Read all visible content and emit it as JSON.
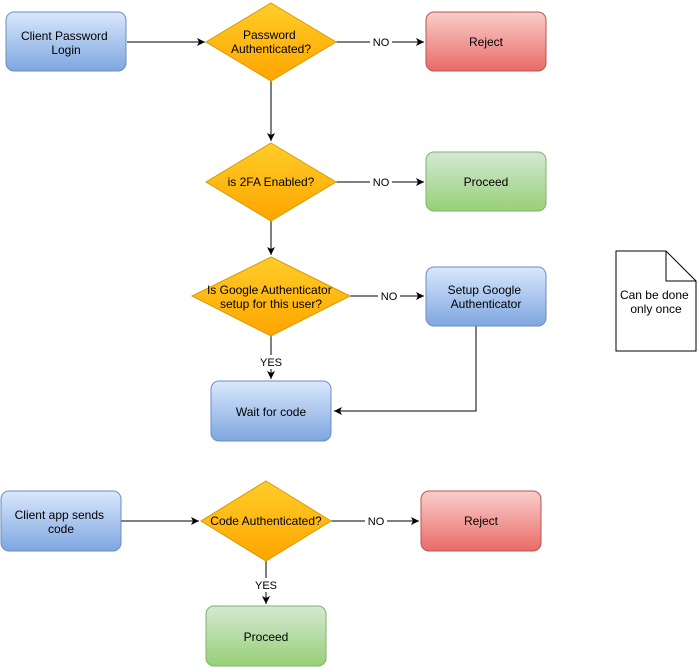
{
  "colors": {
    "blue_top": "#dae8fc",
    "blue_bottom": "#7ea6e0",
    "blue_stroke": "#6c8ebf",
    "orange_top": "#ffcd28",
    "orange_bottom": "#ffa500",
    "orange_stroke": "#d79b00",
    "red_top": "#f8cecc",
    "red_bottom": "#ea6b66",
    "red_stroke": "#b85450",
    "green_top": "#d5e8d4",
    "green_bottom": "#97d077",
    "green_stroke": "#82b366"
  },
  "nodes": {
    "client_password_login": [
      "Client Password",
      "Login"
    ],
    "password_authenticated": [
      "Password",
      "Authenticated?"
    ],
    "reject_top": [
      "Reject"
    ],
    "twofa_enabled": [
      "is 2FA Enabled?"
    ],
    "proceed_top": [
      "Proceed"
    ],
    "google_auth_setup": [
      "Is Google Authenticator",
      "setup for this user?"
    ],
    "setup_google_auth": [
      "Setup Google",
      "Authenticator"
    ],
    "wait_for_code": [
      "Wait for code"
    ],
    "note": [
      "Can be done",
      "only once"
    ],
    "client_app_sends_code": [
      "Client app sends",
      "code"
    ],
    "code_authenticated": [
      "Code Authenticated?"
    ],
    "reject_bottom": [
      "Reject"
    ],
    "proceed_bottom": [
      "Proceed"
    ]
  },
  "edge_labels": {
    "no_1": "NO",
    "no_2": "NO",
    "no_3": "NO",
    "yes_1": "YES",
    "no_4": "NO",
    "yes_2": "YES"
  }
}
